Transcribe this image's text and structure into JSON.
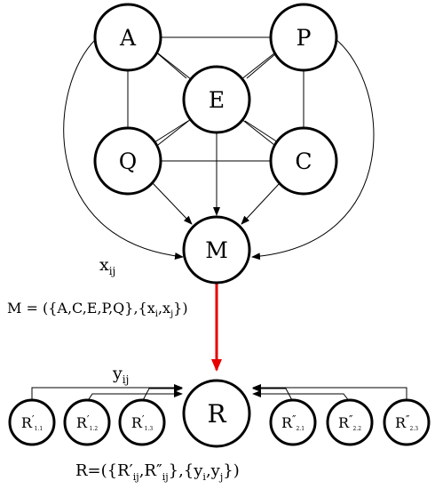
{
  "nodes": {
    "A": "A",
    "P": "P",
    "E": "E",
    "Q": "Q",
    "C": "C",
    "M": "M",
    "R": "R"
  },
  "sub_nodes": {
    "r11": {
      "base": "R",
      "prime": "′",
      "sub": "1.1"
    },
    "r12": {
      "base": "R",
      "prime": "′",
      "sub": "1.2"
    },
    "r13": {
      "base": "R",
      "prime": "′",
      "sub": "1.3"
    },
    "r21": {
      "base": "R",
      "prime": "″",
      "sub": "2.1"
    },
    "r22": {
      "base": "R",
      "prime": "″",
      "sub": "2.2"
    },
    "r23": {
      "base": "R",
      "prime": "″",
      "sub": "2.3"
    }
  },
  "labels": {
    "x_base": "x",
    "x_sub": "ij",
    "y_base": "y",
    "y_sub": "ij"
  },
  "formulas": {
    "m_eq_prefix": "M = ({A,C,E,P,Q},{x",
    "m_i": "i",
    "m_mid": ",x",
    "m_j": "j",
    "m_suffix": "})",
    "r_eq_prefix": "R=({R′",
    "r_sub1": "ij",
    "r_mid": ",R″",
    "r_sub2": "ij",
    "r_mid2": "},{y",
    "r_i": "i",
    "r_mid3": ",y",
    "r_j": "j",
    "r_suffix": "})"
  },
  "colors": {
    "edge": "#000000",
    "highlight_arrow": "#e60000"
  }
}
